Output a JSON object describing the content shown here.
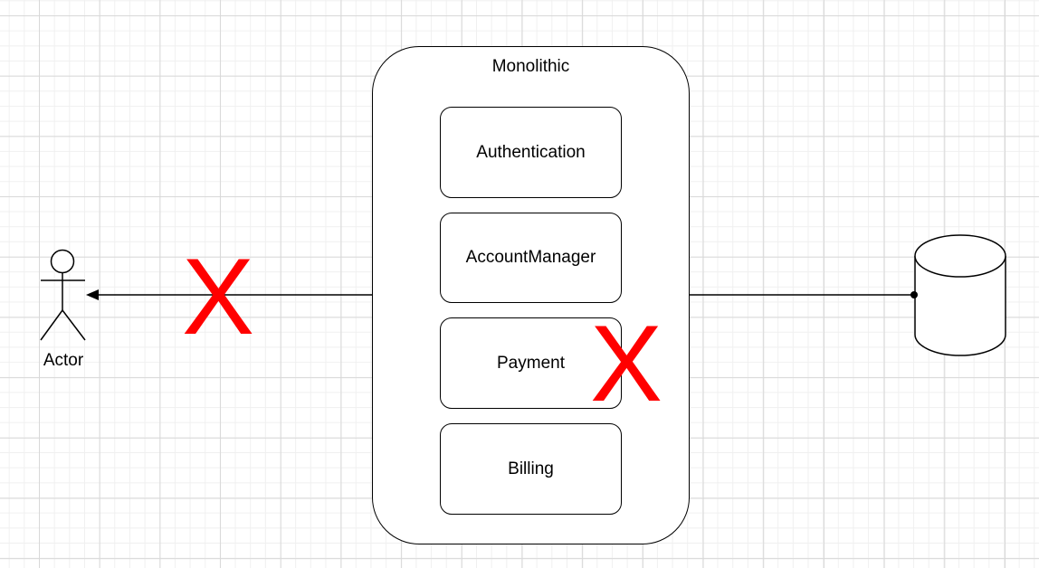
{
  "diagram": {
    "container": {
      "label": "Monolithic"
    },
    "modules": [
      {
        "label": "Authentication"
      },
      {
        "label": "AccountManager"
      },
      {
        "label": "Payment"
      },
      {
        "label": "Billing"
      }
    ],
    "actor": {
      "label": "Actor"
    },
    "database": {
      "label": ""
    },
    "markers": [
      {
        "glyph": "X",
        "color": "#ff0000",
        "target": "actor-connection"
      },
      {
        "glyph": "X",
        "color": "#ff0000",
        "target": "payment-module"
      }
    ]
  }
}
